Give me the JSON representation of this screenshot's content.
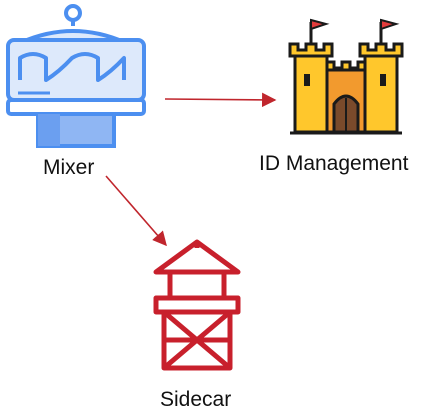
{
  "nodes": {
    "mixer": {
      "label": "Mixer",
      "icon": "carousel-icon"
    },
    "id_management": {
      "label": "ID Management",
      "icon": "castle-icon"
    },
    "sidecar": {
      "label": "Sidecar",
      "icon": "watchtower-icon"
    }
  },
  "edges": [
    {
      "from": "mixer",
      "to": "id_management"
    },
    {
      "from": "mixer",
      "to": "sidecar"
    }
  ],
  "colors": {
    "arrow": "#c0262d",
    "mixer_outline": "#4c8ff0",
    "mixer_fill": "#dde9fb",
    "mixer_base": "#8fb6f3",
    "castle_yellow": "#ffc72c",
    "castle_orange": "#f29a2e",
    "castle_outline": "#1a1a1a",
    "castle_flag": "#e23b3b",
    "castle_door": "#7a4a2b",
    "tower_red": "#c8202c"
  }
}
